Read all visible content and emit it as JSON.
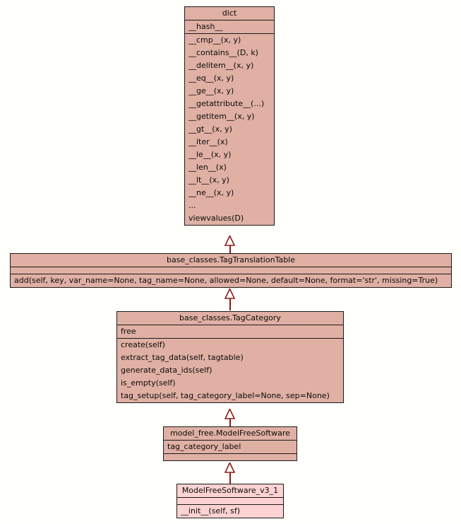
{
  "diagram": {
    "kind": "uml-class-inheritance-diagram",
    "background_color": "#fffffc",
    "class_fill_color": "#e0b0a4",
    "highlight_fill_color": "#fcd2d2",
    "border_color": "#1a1a1a",
    "edge_color": "#8b1a1a",
    "arrow_fill_color": "#ffffff"
  },
  "classes": {
    "dict": {
      "name": "dict",
      "attributes": [
        "__hash__"
      ],
      "operations": [
        "__cmp__(x, y)",
        "__contains__(D, k)",
        "__delitem__(x, y)",
        "__eq__(x, y)",
        "__ge__(x, y)",
        "__getattribute__(...)",
        "__getitem__(x, y)",
        "__gt__(x, y)",
        "__iter__(x)",
        "__le__(x, y)",
        "__len__(x)",
        "__lt__(x, y)",
        "__ne__(x, y)",
        "...",
        "viewvalues(D)"
      ]
    },
    "tag_translation_table": {
      "name": "base_classes.TagTranslationTable",
      "attributes": [],
      "operations": [
        "add(self, key, var_name=None, tag_name=None, allowed=None, default=None, format='str', missing=True)"
      ]
    },
    "tag_category": {
      "name": "base_classes.TagCategory",
      "attributes": [
        "free"
      ],
      "operations": [
        "create(self)",
        "extract_tag_data(self, tagtable)",
        "generate_data_ids(self)",
        "is_empty(self)",
        "tag_setup(self, tag_category_label=None, sep=None)"
      ]
    },
    "model_free_software": {
      "name": "model_free.ModelFreeSoftware",
      "attributes": [
        "tag_category_label"
      ],
      "operations": []
    },
    "model_free_software_v3_1": {
      "name": "ModelFreeSoftware_v3_1",
      "attributes": [],
      "operations": [
        "__init__(self, sf)"
      ]
    }
  },
  "edges": [
    {
      "from": "tag_translation_table",
      "to": "dict",
      "type": "generalization"
    },
    {
      "from": "tag_category",
      "to": "tag_translation_table",
      "type": "generalization"
    },
    {
      "from": "model_free_software",
      "to": "tag_category",
      "type": "generalization"
    },
    {
      "from": "model_free_software_v3_1",
      "to": "model_free_software",
      "type": "generalization"
    }
  ]
}
